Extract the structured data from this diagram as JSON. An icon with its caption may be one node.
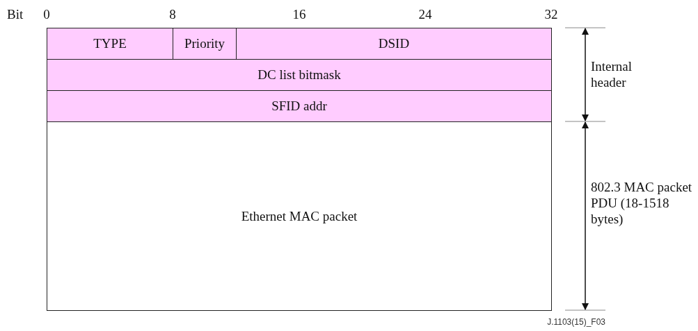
{
  "diagram": {
    "caption": "J.1103(15)_F03",
    "nodes": [
      {
        "text": [
          "TYPE"
        ]
      },
      {
        "text": [
          "Priority"
        ]
      },
      {
        "text": [
          "DSID"
        ]
      },
      {
        "text": [
          "DC list bitmask"
        ]
      },
      {
        "text": [
          "SFID addr"
        ]
      },
      {
        "text": [
          "Ethernet MAC packet"
        ]
      }
    ],
    "edges": [],
    "labels": [
      "Bit",
      "0",
      "8",
      "16",
      "24",
      "32",
      "Internal header",
      "802.3 MAC packet PDU (18-1518 bytes)"
    ]
  }
}
